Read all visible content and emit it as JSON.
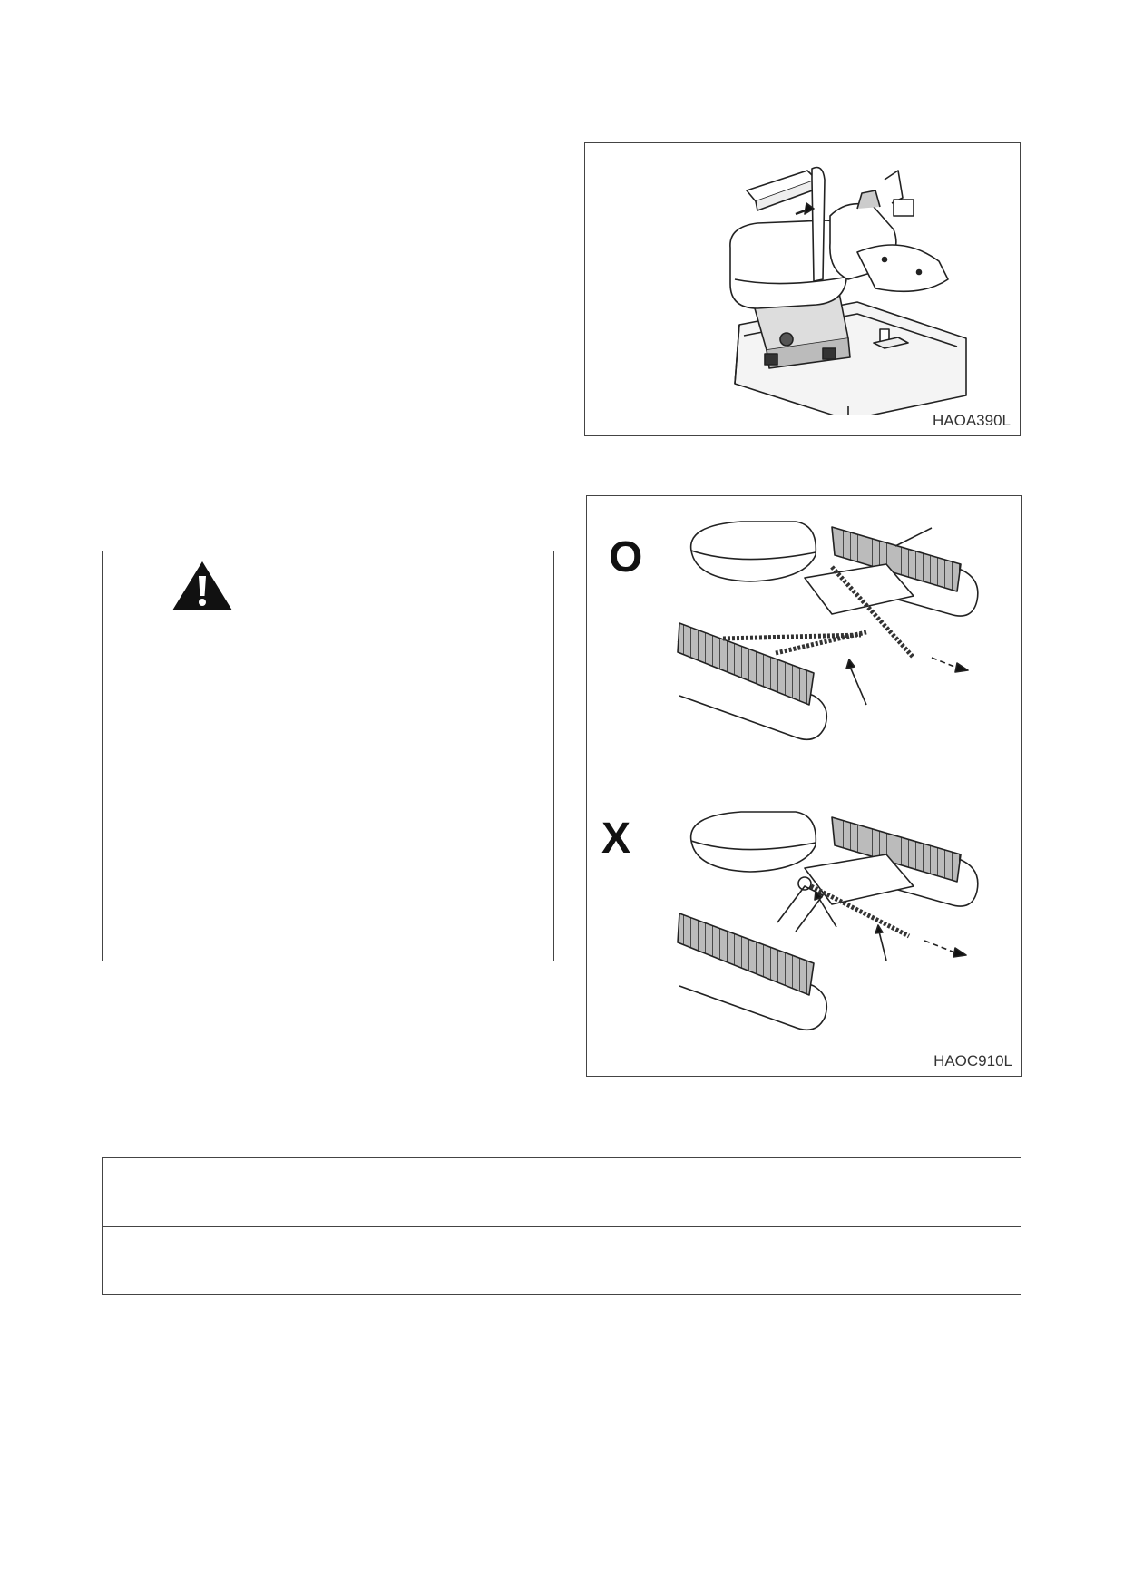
{
  "figures": {
    "seat": {
      "caption": "HAOA390L"
    },
    "towing": {
      "caption": "HAOC910L",
      "correct_mark": "O",
      "incorrect_mark": "X"
    }
  },
  "warning": {
    "icon": "warning-triangle-icon"
  },
  "colors": {
    "line": "#444444",
    "ink": "#222222"
  }
}
